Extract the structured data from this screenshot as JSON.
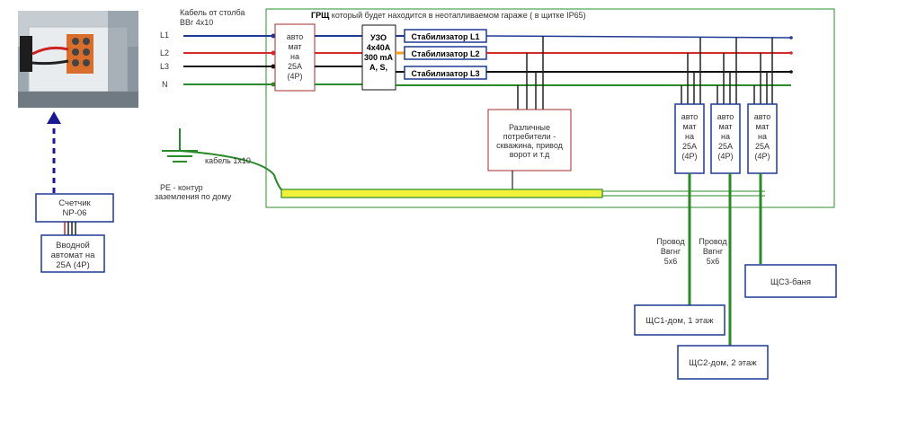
{
  "title_prefix": "ГРЩ",
  "title_rest": " который будет находится в неотапливаемом гараже  ( в щитке IP65)",
  "cable_label": [
    "Кабель от столба",
    "ВВг 4х10"
  ],
  "lines": [
    "L1",
    "L2",
    "L3",
    "N"
  ],
  "main_breaker": [
    "авто",
    "мат",
    "на",
    "25А",
    "(4Р)"
  ],
  "rcd": [
    "УЗО",
    "4х40А",
    "300 mA",
    "А, S,"
  ],
  "stabilizers": [
    "Стабилизатор L1",
    "Стабилизатор L2",
    "Стабилизатор L3"
  ],
  "consumers": [
    "Различные",
    "потребители -",
    "скважина,  привод",
    "ворот и т.д"
  ],
  "breakers": [
    [
      "авто",
      "мат",
      "на",
      "25А",
      "(4Р)"
    ],
    [
      "авто",
      "мат",
      "на",
      "25А",
      "(4Р)"
    ],
    [
      "авто",
      "мат",
      "на",
      "25А",
      "(4Р)"
    ]
  ],
  "ground_cable": "кабель 1х10",
  "pe_label": [
    "РЕ - контур",
    "заземления по дому"
  ],
  "meter": [
    "Счетчик",
    "NP-06"
  ],
  "input_breaker": [
    "Вводной",
    "автомат на",
    "25А (4Р)"
  ],
  "wire_label_1": [
    "Провод",
    "Ввгнг",
    "5х6"
  ],
  "wire_label_2": [
    "Провод",
    "Ввгнг",
    "5х6"
  ],
  "panels": [
    "ЩС1-дом, 1 этаж",
    "ЩС2-дом, 2 этаж",
    "ЩС3-баня"
  ],
  "colors": {
    "l1": "#1f3a93",
    "l2": "#d42a2a",
    "l3": "#111111",
    "n": "#2a8a2a",
    "frame": "#2e8b2e",
    "box": "#a52a2a",
    "stab_border": "#1f3a93",
    "orange": "#f0a020",
    "pe": "#f2f23a",
    "pe_green": "#2a8a2a",
    "arrow": "#1a1a90"
  },
  "photo": "junction-box-photo"
}
